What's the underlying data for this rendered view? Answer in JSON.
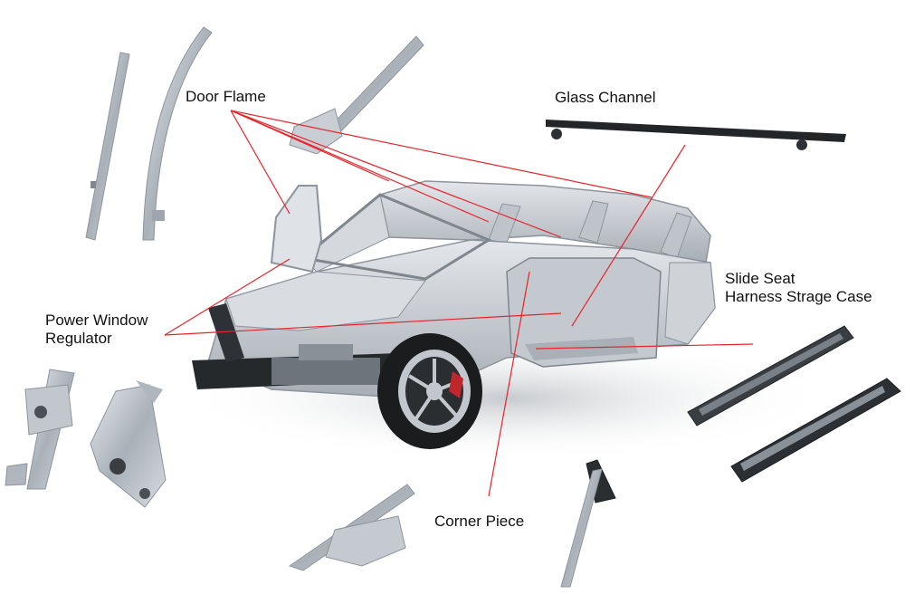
{
  "labels": {
    "door_frame": "Door Flame",
    "glass_channel": "Glass Channel",
    "slide_seat_line1": "Slide Seat",
    "slide_seat_line2": "Harness Strage Case",
    "power_window_line1": "Power Window",
    "power_window_line2": "Regulator",
    "corner_piece": "Corner Piece"
  },
  "colors": {
    "leader_line": "#e8242b",
    "label_text": "#111111",
    "car_body": "#c9ccd1",
    "steel": "#b8bec6",
    "dark_part": "#232629",
    "tire": "#1b1c1e"
  }
}
